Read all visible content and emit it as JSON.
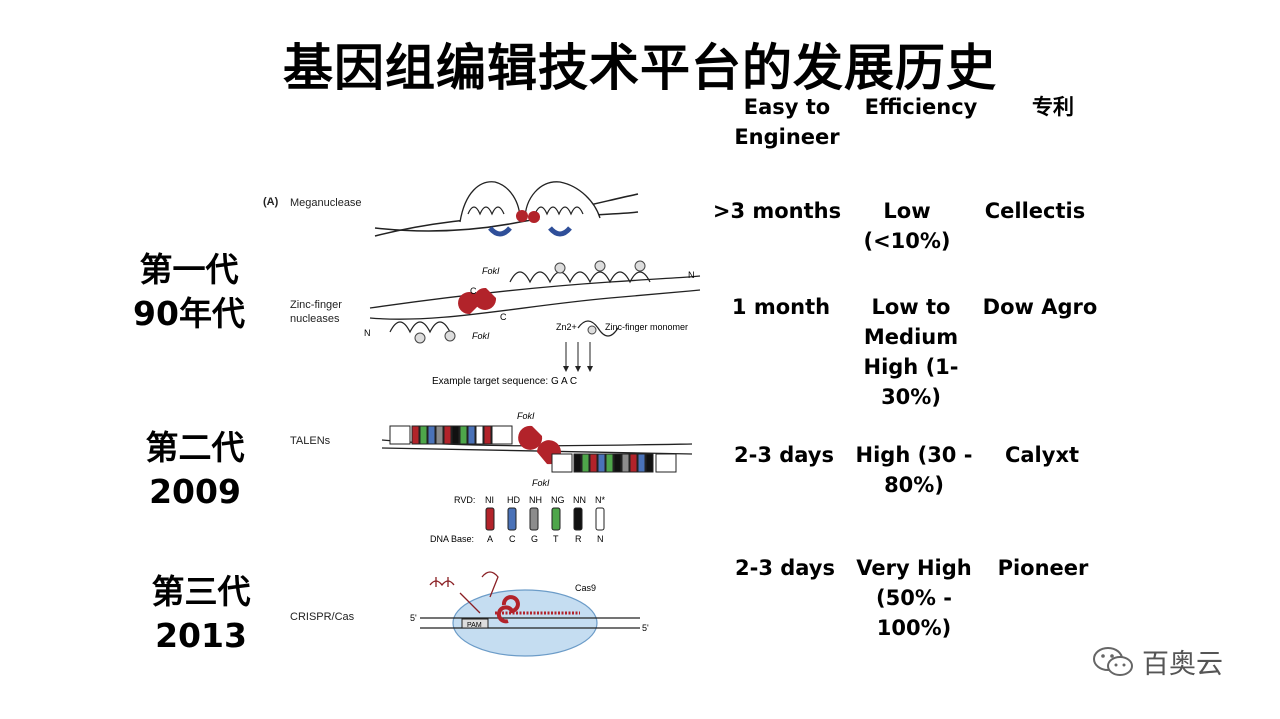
{
  "title": "基因组编辑技术平台的发展历史",
  "headers": {
    "easy": "Easy to\nEngineer",
    "efficiency": "Efficiency",
    "patent": "专利"
  },
  "panel_tag": "(A)",
  "generations": [
    {
      "name": "第一代",
      "year": "90年代"
    },
    {
      "name": "第二代",
      "year": "2009"
    },
    {
      "name": "第三代",
      "year": "2013"
    }
  ],
  "platforms": [
    {
      "label": "Meganuclease",
      "easy": ">3 months",
      "efficiency": "Low\n(<10%)",
      "patent": "Cellectis"
    },
    {
      "label": "Zinc-finger\nnucleases",
      "easy": "1 month",
      "efficiency": "Low to\nMedium\nHigh (1-\n30%)",
      "patent": "Dow Agro"
    },
    {
      "label": "TALENs",
      "easy": "2-3 days",
      "efficiency": "High (30 -\n80%)",
      "patent": "Calyxt"
    },
    {
      "label": "CRISPR/Cas",
      "easy": "2-3 days",
      "efficiency": "Very High\n(50% -\n100%)",
      "patent": "Pioneer"
    }
  ],
  "zfn_diagram": {
    "enzyme": "FokI",
    "monomer_label": "Zinc-finger\nmonomer",
    "ion": "Zn2+",
    "target": "Example target sequence: G A C",
    "c_term": "C",
    "n_term": "N"
  },
  "talen_diagram": {
    "enzyme": "FokI",
    "rvd_label": "RVD:",
    "rvds": [
      "NI",
      "HD",
      "NH",
      "NG",
      "NN",
      "N*"
    ],
    "base_label": "DNA Base:",
    "bases": [
      "A",
      "C",
      "G",
      "T",
      "R",
      "N"
    ],
    "rvd_colors": [
      "#b2232a",
      "#4a72b8",
      "#8c8c8c",
      "#4ea64a",
      "#111111",
      "#ffffff"
    ]
  },
  "crispr_diagram": {
    "protein": "Cas9",
    "pam": "PAM",
    "five_prime": "5'"
  },
  "watermark": {
    "text": "百奥云",
    "icon": "wechat-icon"
  }
}
